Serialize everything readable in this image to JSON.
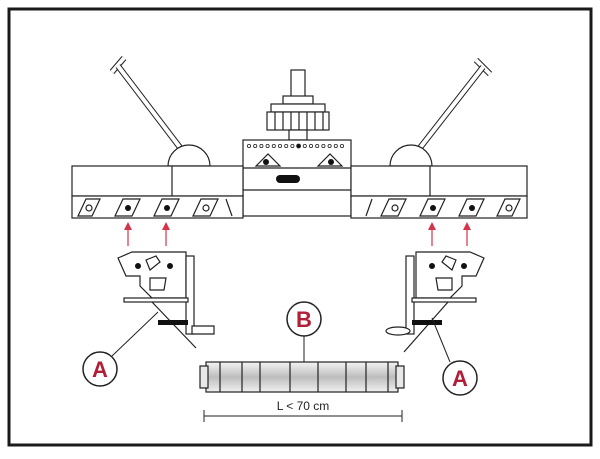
{
  "diagram": {
    "callouts": {
      "left_a": "A",
      "right_a": "A",
      "center_b": "B"
    },
    "dimension_label": "L < 70 cm",
    "colors": {
      "frame": "#1a1a1a",
      "callout": "#b01e38",
      "arrow": "#d6324a",
      "shaft_fill": "#cfcfcf"
    }
  }
}
